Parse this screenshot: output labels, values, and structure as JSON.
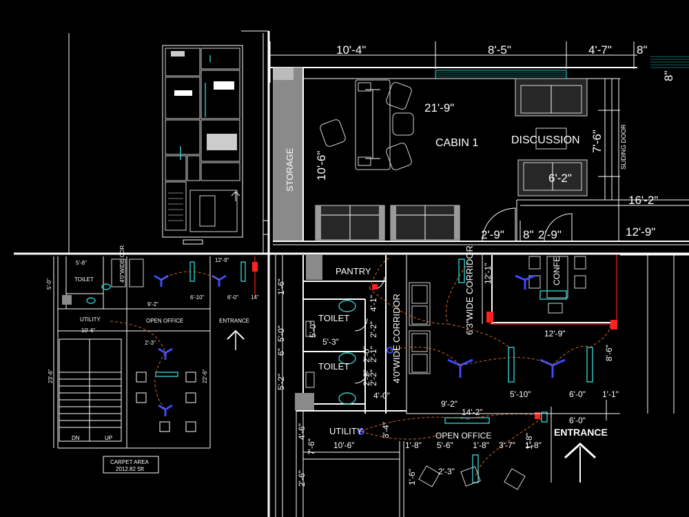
{
  "colors": {
    "background": "#000000",
    "walls": "#ffffff",
    "storage_fill": "#8a8a8a",
    "wiring": "#d2692a",
    "fixtures": "#2fd1d1",
    "fans": "#3a4cff",
    "partition": "#ff2020"
  },
  "icons": [
    "ceiling-fan-icon",
    "light-fixture-icon",
    "entrance-arrow-icon",
    "sliding-door-icon"
  ],
  "top_plan": {
    "dims_top": [
      "10'-4\"",
      "8'-5\"",
      "4'-7\"",
      "8\""
    ],
    "dim_right_small": "8\"",
    "dim_cabin_width": "21'-9\"",
    "dim_cabin_depth": "10'-6\"",
    "dim_discussion_depth": "7'-6\"",
    "dim_discussion_width": "6'-2\"",
    "dim_16_2": "16'-2\"",
    "dim_12_9": "12'-9\"",
    "dim_door_left": "2'-9\"",
    "dim_door_8": "8\"",
    "dim_door_right": "2'-9\"",
    "label_storage": "STORAGE",
    "label_cabin": "CABIN 1",
    "label_discussion": "DISCUSSION",
    "label_sliding_door": "SLIDING DOOR"
  },
  "bottom_plan": {
    "label_pantry": "PANTRY",
    "label_toilet_1": "TOILET",
    "label_toilet_2": "TOILET",
    "label_corridor_1": "4'0\"WIDE CORRIDOR",
    "label_corridor_2": "6'3\"WIDE CORRIDOR",
    "label_conf": "CONFE",
    "label_utility": "UTILITY",
    "label_open_office": "OPEN OFFICE",
    "label_entrance": "ENTRANCE",
    "dims": {
      "d1_6": "1'-6\"",
      "d5_0": "5'-0\"",
      "d6": "6\"",
      "d5_2": "5'-2\"",
      "toilet_5_0": "5'-0\"",
      "toilet_5_3": "5'-3\"",
      "d4_1": "4'-1\"",
      "d2_2": "2'-2\"",
      "d2_1": "2'-1\"",
      "d2_2b": "2'-2\"",
      "d2_0": "2'-0\"",
      "d2_2c": "2'-2\"",
      "d4_0": "4'-0\"",
      "d12_9": "12'-9\"",
      "d8_6": "8'-6\"",
      "d9_2": "9'-2\"",
      "d5_10": "5'-10\"",
      "d6_0": "6'-0\"",
      "d1_1": "1'-1\"",
      "d14_2": "14'-2\"",
      "d6_0b": "6'-0\"",
      "d4_6": "4'-6\"",
      "d7_6": "7'-6\"",
      "d10_6": "10'-6\"",
      "d1_8": "1'-8\"",
      "d5_6": "5'-6\"",
      "d1_8b": "1'-8\"",
      "d3_7": "3'-7\"",
      "d1_8c": "1'-8\"",
      "d2_6": "2'-6\"",
      "d2_3": "2'-3\"",
      "d1_6b": "1'-6\"",
      "d12_1": "12'-1\"",
      "d3_4": "3'-4\"",
      "d1_8d": "1'-8\""
    }
  },
  "left_plan": {
    "label_toilet": "TOILET",
    "label_utility": "UTILITY",
    "label_open_office": "OPEN OFFICE",
    "label_entrance": "ENTRANCE",
    "label_corridor": "4'0\"WIDE COR",
    "label_dn": "DN",
    "label_up": "UP",
    "carpet_area_title": "CARPET AREA",
    "carpet_area_value": "2012.82 Sft",
    "dims": {
      "d12_9": "12'-9\"",
      "d5_8": "5'-8\"",
      "d9_2": "9'-2\"",
      "d6_10": "6'-10\"",
      "d6_0": "6'-0\"",
      "d14": "14\"",
      "d10_6": "10'-6\"",
      "d2_3": "2'-3\"",
      "d22_6": "22'-6\"",
      "d23_6": "23'-6\"",
      "d5_0": "5'-0\""
    }
  }
}
